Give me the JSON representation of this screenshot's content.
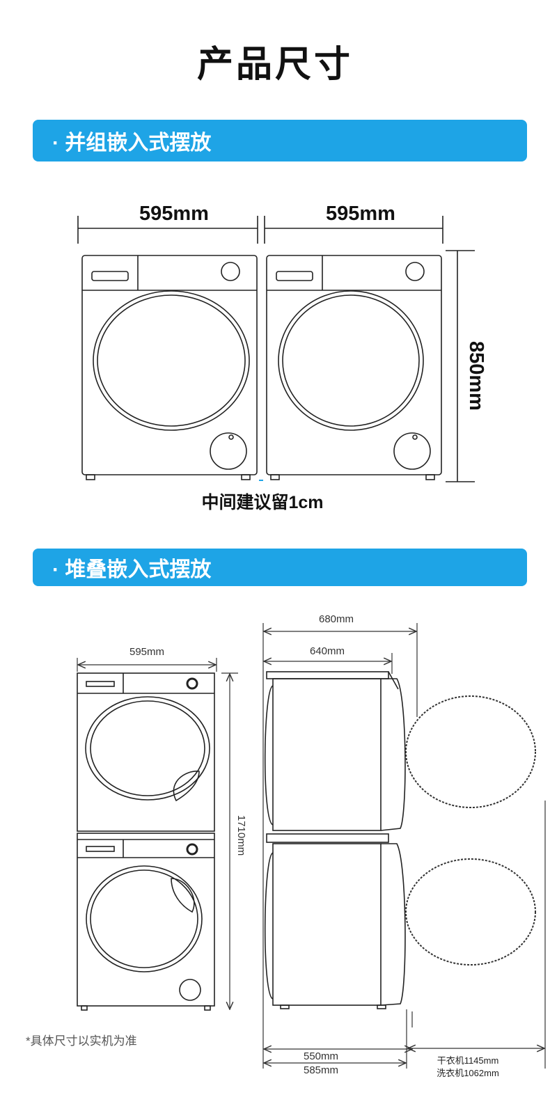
{
  "page_title": "产品尺寸",
  "section1": {
    "header": "· 并组嵌入式摆放",
    "width_left": "595mm",
    "width_right": "595mm",
    "height": "850mm",
    "gap_note": "中间建议留1cm"
  },
  "section2": {
    "header": "· 堆叠嵌入式摆放",
    "front_width": "595mm",
    "stack_height": "1710mm",
    "depth_total": "680mm",
    "depth_body": "640mm",
    "base_inner": "550mm",
    "base_outer": "585mm",
    "door_dryer": "干衣机1145mm",
    "door_washer": "洗衣机1062mm",
    "disclaimer": "*具体尺寸以实机为准"
  },
  "colors": {
    "accent": "#1ea4e6"
  }
}
